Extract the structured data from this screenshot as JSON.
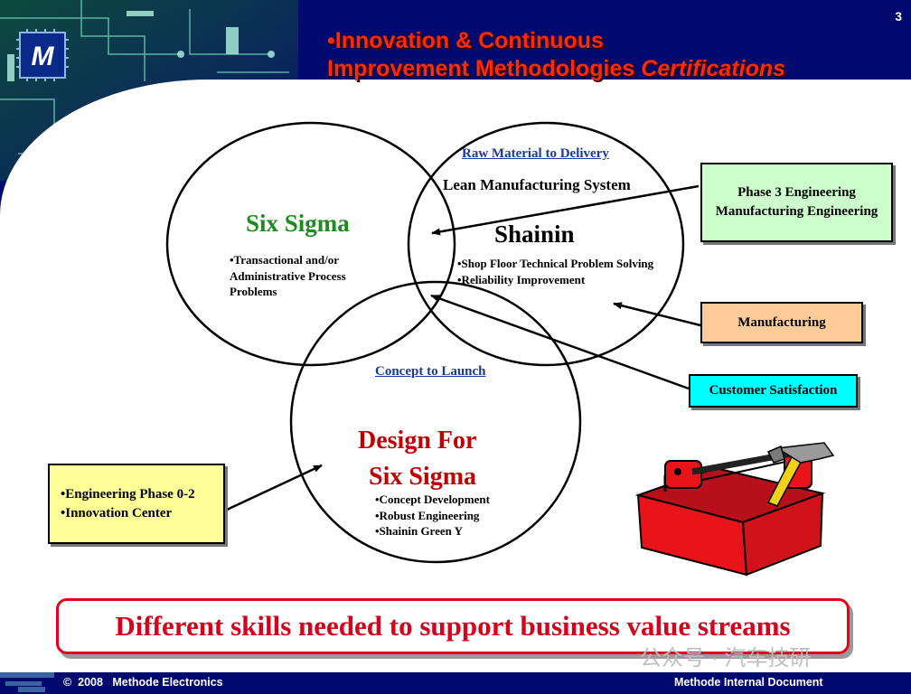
{
  "slide": {
    "page_number": "3",
    "title_line1": "•Innovation & Continuous",
    "title_line2": "Improvement Methodologies ",
    "title_emphasis": "Certifications",
    "footer_left": "©  2008   Methode Electronics",
    "footer_right": "Methode Internal Document",
    "watermark": "公众号 · 汽车技研",
    "logo_letter": "M"
  },
  "circles": {
    "six_sigma": {
      "title": "Six Sigma",
      "bullets": [
        "•Transactional and/or",
        "Administrative Process",
        "Problems"
      ]
    },
    "shainin": {
      "link": "Raw Material to Delivery",
      "subtitle": "Lean Manufacturing System",
      "title": "Shainin",
      "bullets": [
        "•Shop Floor Technical Problem Solving",
        "•Reliability Improvement"
      ]
    },
    "dfss": {
      "link": "Concept to Launch",
      "title_line1": "Design For",
      "title_line2": "Six Sigma",
      "bullets": [
        "•Concept Development",
        "•Robust Engineering",
        "•Shainin Green Y"
      ]
    }
  },
  "callouts": {
    "phase3": {
      "line1": "Phase 3 Engineering",
      "line2": "Manufacturing Engineering",
      "color": "#ccffcc"
    },
    "manufacturing": {
      "label": "Manufacturing",
      "color": "#ffcc99"
    },
    "customer": {
      "label": "Customer Satisfaction",
      "color": "#00ffff"
    },
    "engineering": {
      "line1": "•Engineering Phase 0-2",
      "line2": "•Innovation Center",
      "color": "#ffff99"
    }
  },
  "banner": {
    "text": "Different skills needed to support business value streams"
  },
  "colors": {
    "background": "#000a6e",
    "title": "#ff2a00",
    "six_sigma_title": "#1f8a1f",
    "dfss_title": "#c00000",
    "link": "#1a3a9c",
    "banner_text": "#d6001c",
    "toolbox": "#e8141a"
  }
}
